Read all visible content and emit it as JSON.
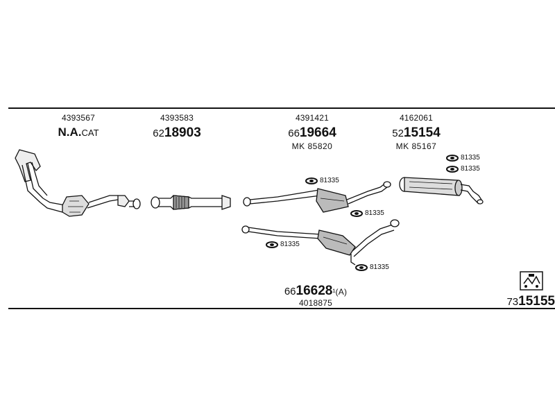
{
  "parts": {
    "front_pipe": {
      "number": "4393567",
      "label_bold": "N.A.",
      "label_small": "CAT"
    },
    "intermediate_pipe": {
      "number": "4393583",
      "prefix": "62",
      "code": "18903"
    },
    "center_silencer": {
      "number": "4391421",
      "prefix": "66",
      "code": "19664",
      "kit": "MK  85820"
    },
    "rear_silencer": {
      "number": "4162061",
      "prefix": "52",
      "code": "15154",
      "kit": "MK  85167"
    },
    "alt_center": {
      "prefix": "66",
      "code": "16628",
      "suffix": "¹(A)",
      "number": "4018875"
    }
  },
  "clamps": {
    "rear_1": "81335",
    "rear_2": "81335",
    "center_top": "81335",
    "center_right": "81335",
    "alt_left": "81335",
    "alt_bottom": "81335"
  },
  "catalog": {
    "prefix": "73",
    "code": "15155"
  },
  "icons": {
    "catalog_icon": "kit-box-icon",
    "clamp_icon": "clamp-icon"
  }
}
